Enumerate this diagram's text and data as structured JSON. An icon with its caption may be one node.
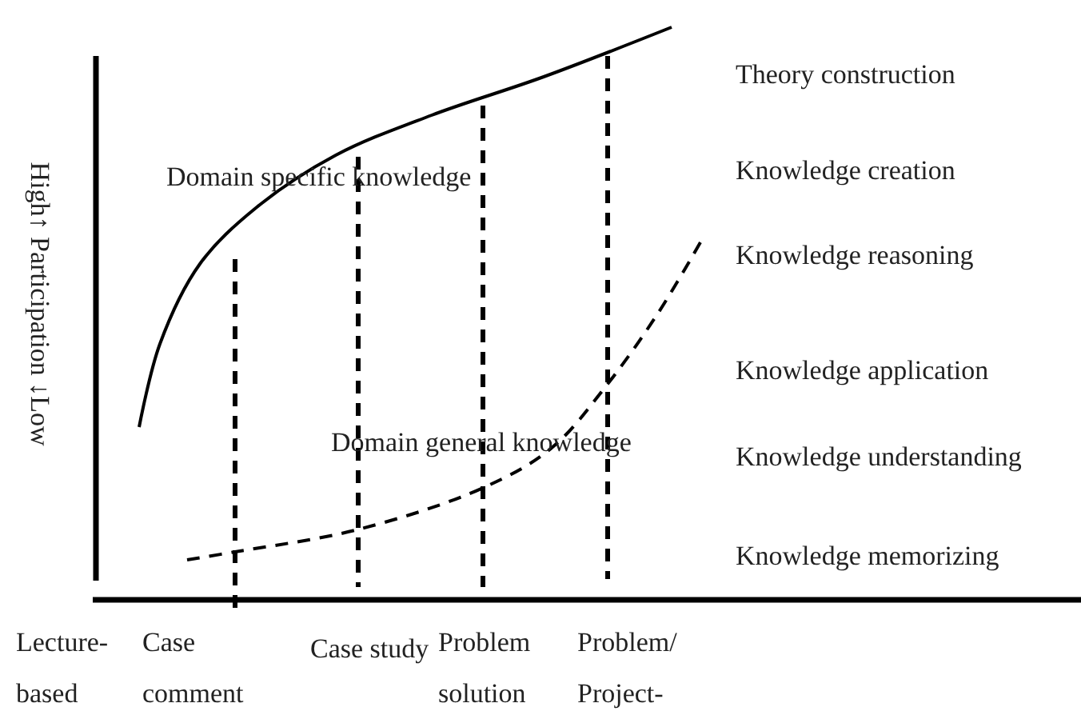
{
  "diagram": {
    "labels": [
      "Theory construction",
      "Domain specific knowledge",
      "Knowledge creation",
      "High↑ Participation ↓Low",
      "Knowledge reasoning",
      "Knowledge application",
      "Domain general knowledge",
      "Knowledge understanding",
      "Knowledge memorizing",
      "Lecture- based",
      "Case comment",
      "Case study",
      "Problem solution",
      "Problem/ Project-"
    ]
  }
}
